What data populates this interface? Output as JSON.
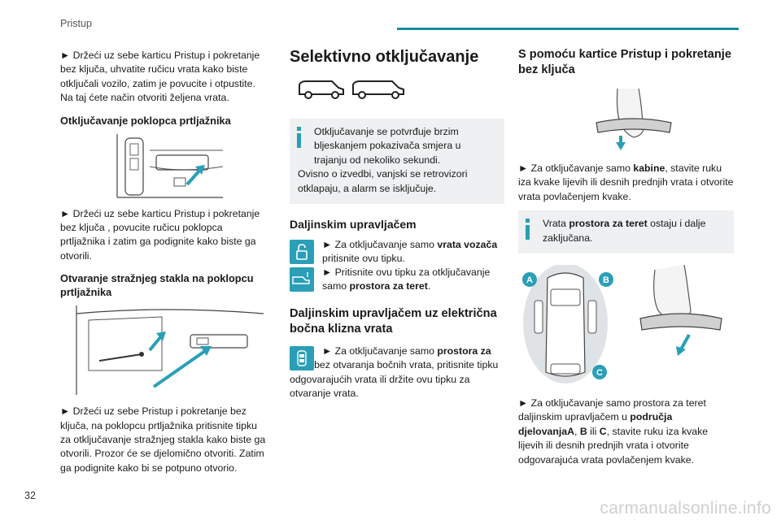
{
  "header": {
    "section": "Pristup"
  },
  "page_number": "32",
  "watermark": "carmanualsonline.info",
  "col1": {
    "p1": "► Držeći uz sebe karticu Pristup i pokretanje bez ključa, uhvatite ručicu vrata kako biste otključali vozilo, zatim je povucite i otpustite. Na taj ćete način otvoriti željena vrata.",
    "h_boot": "Otključavanje poklopca prtljažnika",
    "p2": "► Držeći uz sebe karticu Pristup i pokretanje bez ključa , povucite ručicu poklopca prtljažnika i zatim ga podignite kako biste ga otvorili.",
    "h_glass": "Otvaranje stražnjeg stakla na poklopcu prtljažnika",
    "p3": "► Držeći uz sebe Pristup i pokretanje bez ključa, na poklopcu prtljažnika pritisnite tipku za otključavanje stražnjeg stakla kako biste ga otvorili. Prozor će se djelomično otvoriti. Zatim ga podignite kako bi se potpuno otvorio."
  },
  "col2": {
    "title": "Selektivno otključavanje",
    "note1": "Otključavanje se potvrđuje brzim bljeskanjem pokazivača smjera u trajanju od nekoliko sekundi.",
    "note2": "Ovisno o izvedbi, vanjski se retrovizori otklapaju, a alarm se isključuje.",
    "h_remote": "Daljinskim upravljačem",
    "r1a": "► Za otključavanje samo ",
    "r1b": "vrata vozača",
    "r1c": " pritisnite ovu tipku.",
    "r2a": "► Pritisnite ovu tipku za otključavanje samo ",
    "r2b": "prostora za teret",
    "r2c": ".",
    "h_sliding": "Daljinskim upravljačem uz električna bočna klizna vrata",
    "s1a": "► Za otključavanje samo ",
    "s1b": "prostora za teret",
    "s1c": " bez otvaranja bočnih vrata, pritisnite tipku odgovarajućih vrata ili držite ovu tipku za otvaranje vrata."
  },
  "col3": {
    "title": "S pomoću kartice Pristup i pokretanje bez ključa",
    "p1a": "► Za otključavanje samo ",
    "p1b": "kabine",
    "p1c": ", stavite ruku iza kvake lijevih ili desnih prednjih vrata i otvorite vrata povlačenjem kvake.",
    "note_b": "Vrata ",
    "note_bold": "prostora za teret",
    "note_c": " ostaju i dalje zaključana.",
    "zone_a": "A",
    "zone_b": "B",
    "zone_c": "C",
    "p2a": "► Za otključavanje samo prostora za teret daljinskim upravljačem u ",
    "p2b": "područja djelovanjaA",
    "p2c": ", ",
    "p2d": "B",
    "p2e": " ili ",
    "p2f": "C",
    "p2g": ", stavite ruku iza kvake lijevih ili desnih prednjih vrata i otvorite odgovarajuća vrata povlačenjem kvake."
  },
  "colors": {
    "accent": "#1d8aa0",
    "icon_bg": "#2a9fb7",
    "note_bg": "#eef0f1"
  }
}
